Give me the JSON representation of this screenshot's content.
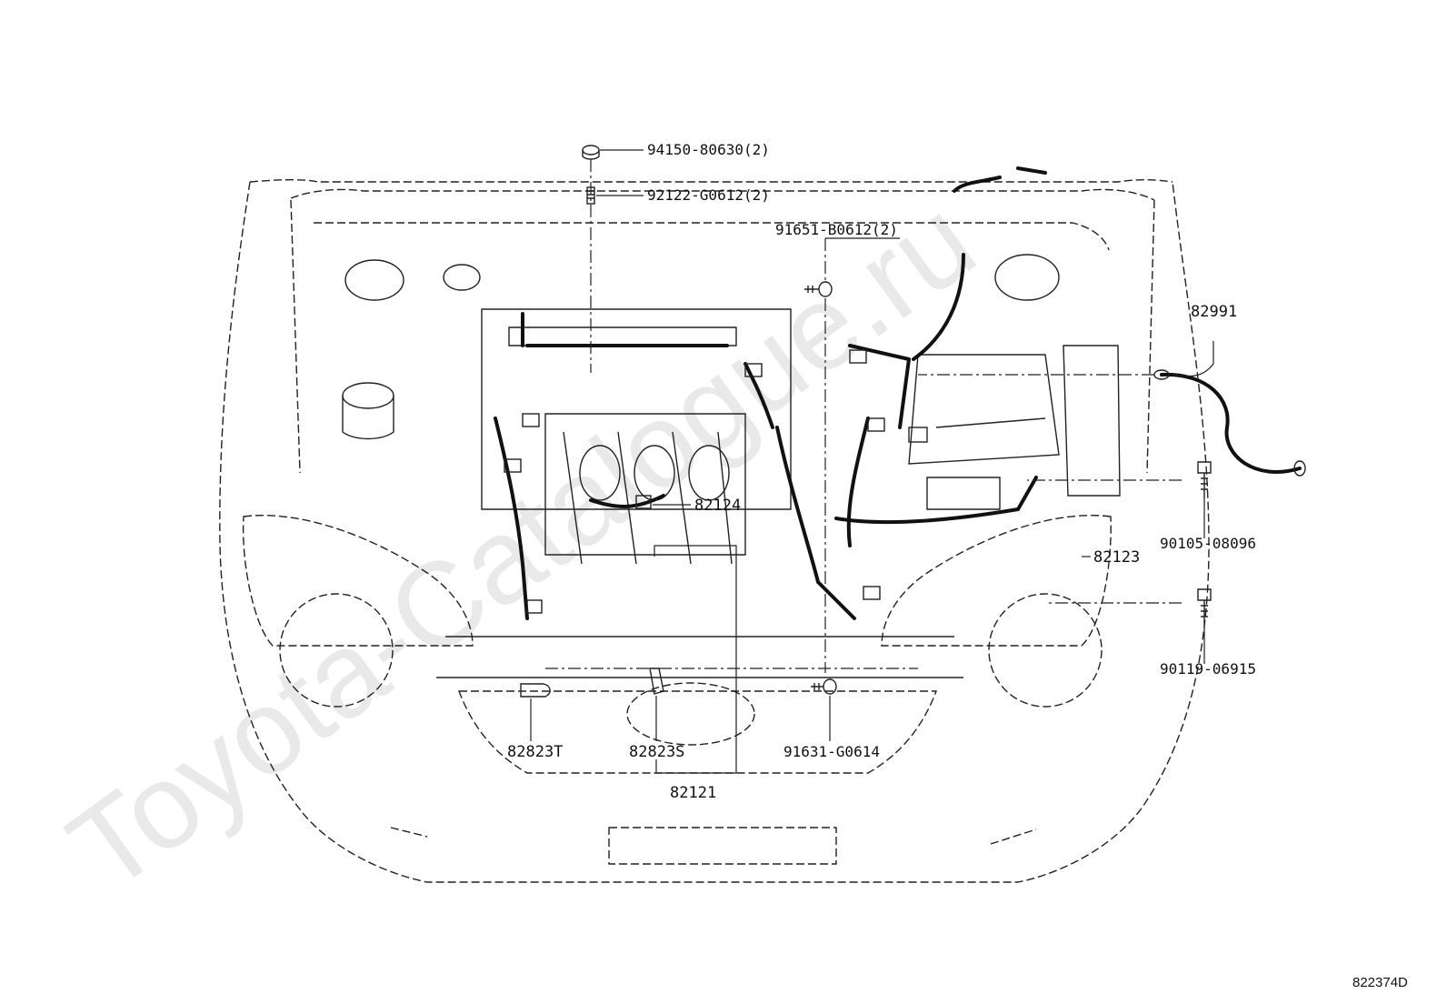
{
  "watermark": "Toyota-Catalogue.ru",
  "diagram_ref": "822374D",
  "parts": [
    {
      "id": "nut-top",
      "label": "94150-80630(2)"
    },
    {
      "id": "stud-top",
      "label": "92122-G0612(2)"
    },
    {
      "id": "bolt-mid",
      "label": "91651-B0612(2)"
    },
    {
      "id": "harness-ground",
      "label": "82991"
    },
    {
      "id": "harness-engine-upper",
      "label": "82124"
    },
    {
      "id": "bolt-right-upper",
      "label": "90105-08096"
    },
    {
      "id": "harness-engine-right",
      "label": "82123"
    },
    {
      "id": "bolt-right-lower",
      "label": "90119-06915"
    },
    {
      "id": "protector-t",
      "label": "82823T"
    },
    {
      "id": "protector-s",
      "label": "82823S"
    },
    {
      "id": "bolt-bottom",
      "label": "91631-G0614"
    },
    {
      "id": "harness-engine-main",
      "label": "82121"
    }
  ]
}
